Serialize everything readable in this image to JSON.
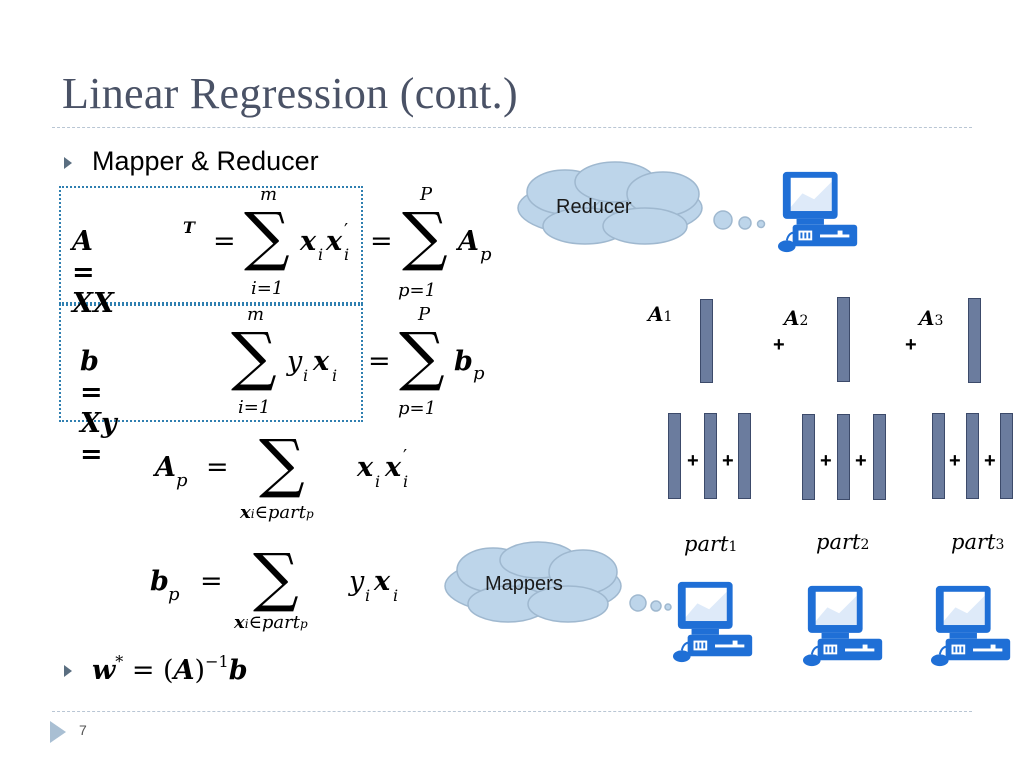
{
  "slide": {
    "title": "Linear Regression (cont.)",
    "page_number": "7"
  },
  "bullets": [
    {
      "text": "Mapper & Reducer"
    }
  ],
  "equations": {
    "A": {
      "lhs": "A = XX",
      "sup": "T",
      "eq": "=",
      "upper": "m",
      "lower": "i=1",
      "term": "x",
      "sub": "i",
      "term2": "x",
      "prime": "′",
      "sub2": "i",
      "eq2": "=",
      "upper2": "P",
      "lower2": "p=1",
      "rhs": "A",
      "rhs_sub": "p"
    },
    "b": {
      "lhs": "b = Xy =",
      "upper": "m",
      "lower": "i=1",
      "term": "y",
      "sub": "i",
      "term2": "x",
      "sub2": "i",
      "eq2": "=",
      "upper2": "P",
      "lower2": "p=1",
      "rhs": "b",
      "rhs_sub": "p"
    },
    "Ap": {
      "lhs": "A",
      "lhs_sub": "p",
      "eq": "=",
      "lower": "x",
      "lower_sub": "i",
      "lower_rest": "∈part",
      "lower_sub2": "p",
      "term": "x",
      "sub": "i",
      "term2": "x",
      "prime": "′",
      "sub2": "i"
    },
    "bp": {
      "lhs": "b",
      "lhs_sub": "p",
      "eq": "=",
      "lower": "x",
      "lower_sub": "i",
      "lower_rest": "∈part",
      "lower_sub2": "p",
      "term": "y",
      "sub": "i",
      "term2": "x",
      "sub2": "i"
    },
    "w": {
      "lhs": "w",
      "sup": "*",
      "eq": "= (",
      "A": "A",
      "close": ")",
      "inv": "−1",
      "b": "b"
    }
  },
  "diagram": {
    "reducer_label": "Reducer",
    "mappers_label": "Mappers",
    "a_labels": [
      {
        "name": "A",
        "sub": "1"
      },
      {
        "name": "A",
        "sub": "2"
      },
      {
        "name": "A",
        "sub": "3"
      }
    ],
    "part_labels": [
      {
        "name": "part",
        "sub": "1"
      },
      {
        "name": "part",
        "sub": "2"
      },
      {
        "name": "part",
        "sub": "3"
      }
    ],
    "plus": "+"
  },
  "colors": {
    "title": "#4a5266",
    "bar_fill": "#6b7c9e",
    "cloud_fill": "#bdd5ea",
    "computer_blue": "#1f6fd6",
    "dotted_box": "#2f7fb0"
  },
  "icons": [
    "bullet-triangle-icon",
    "computer-icon",
    "cloud-icon"
  ]
}
